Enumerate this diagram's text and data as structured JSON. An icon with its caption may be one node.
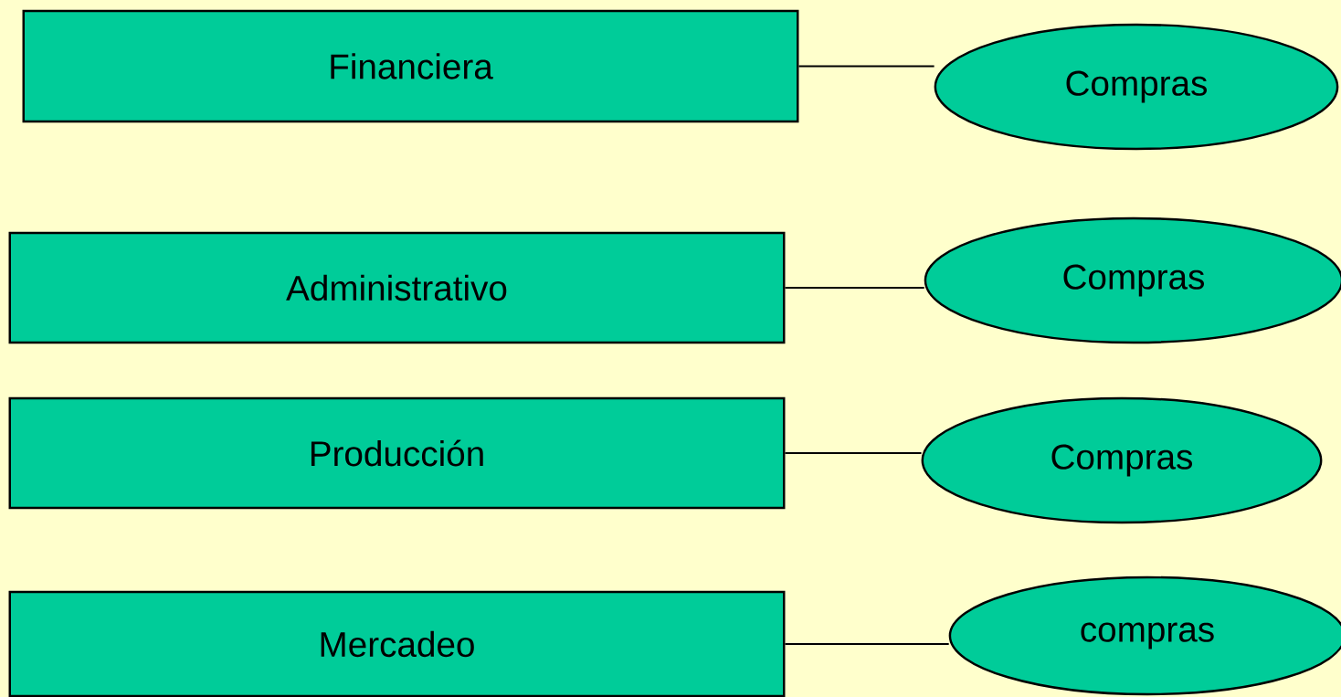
{
  "diagram": {
    "nodes": [
      {
        "text": [
          "Financiera"
        ]
      },
      {
        "text": [
          "Compras"
        ]
      },
      {
        "text": [
          "Administrativo"
        ]
      },
      {
        "text": [
          "Compras"
        ]
      },
      {
        "text": [
          "Producción"
        ]
      },
      {
        "text": [
          "Compras"
        ]
      },
      {
        "text": [
          "Mercadeo"
        ]
      },
      {
        "text": [
          "compras"
        ]
      }
    ],
    "edges": [
      {
        "from": 0,
        "to": 1,
        "arrow": "none"
      },
      {
        "from": 2,
        "to": 3,
        "arrow": "none"
      },
      {
        "from": 4,
        "to": 5,
        "arrow": "none"
      },
      {
        "from": 6,
        "to": 7,
        "arrow": "none"
      }
    ]
  }
}
